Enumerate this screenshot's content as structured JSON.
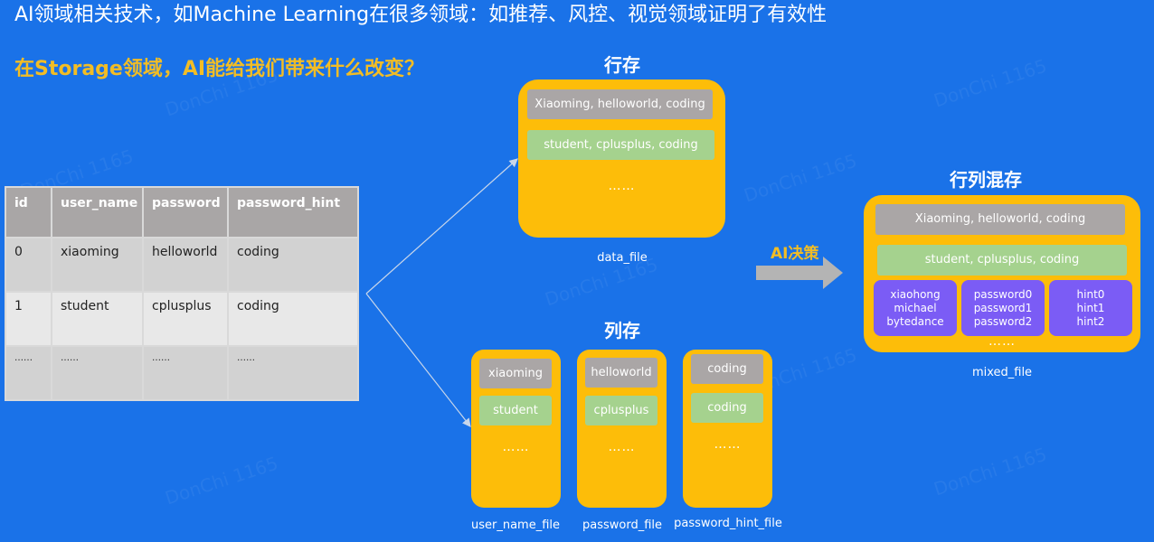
{
  "header": {
    "headline": "AI领域相关技术，如Machine Learning在很多领域：如推荐、风控、视觉领域证明了有效性",
    "question": "在Storage领域，AI能给我们带来什么改变？"
  },
  "table": {
    "headers": [
      "id",
      "user_name",
      "password",
      "password_hint"
    ],
    "rows": [
      [
        "0",
        "xiaoming",
        "helloworld",
        "coding"
      ],
      [
        "1",
        "student",
        "cplusplus",
        "coding"
      ],
      [
        "……",
        "……",
        "……",
        "……"
      ]
    ]
  },
  "row_store": {
    "title": "行存",
    "row1": "Xiaoming, helloworld, coding",
    "row2": "student, cplusplus, coding",
    "dots": "……",
    "file": "data_file"
  },
  "column_store": {
    "title": "列存",
    "columns": [
      {
        "v1": "xiaoming",
        "v2": "student",
        "dots": "……",
        "file": "user_name_file"
      },
      {
        "v1": "helloworld",
        "v2": "cplusplus",
        "dots": "……",
        "file": "password_file"
      },
      {
        "v1": "coding",
        "v2": "coding",
        "dots": "……",
        "file": "password_hint_file"
      }
    ]
  },
  "arrow_label": "AI决策",
  "mixed_store": {
    "title": "行列混存",
    "row1": "Xiaoming, helloworld, coding",
    "row2": "student, cplusplus, coding",
    "blocks": [
      [
        "xiaohong",
        "michael",
        "bytedance"
      ],
      [
        "password0",
        "password1",
        "password2"
      ],
      [
        "hint0",
        "hint1",
        "hint2"
      ]
    ],
    "dots": "……",
    "file": "mixed_file"
  },
  "watermark": "DonChi 1165",
  "colors": {
    "background": "#1a72e8",
    "box": "#fdbd09",
    "gray_bar": "#aaa6a6",
    "green_bar": "#a5d28e",
    "purple_block": "#7b5cf5",
    "question": "#f2bd25"
  }
}
